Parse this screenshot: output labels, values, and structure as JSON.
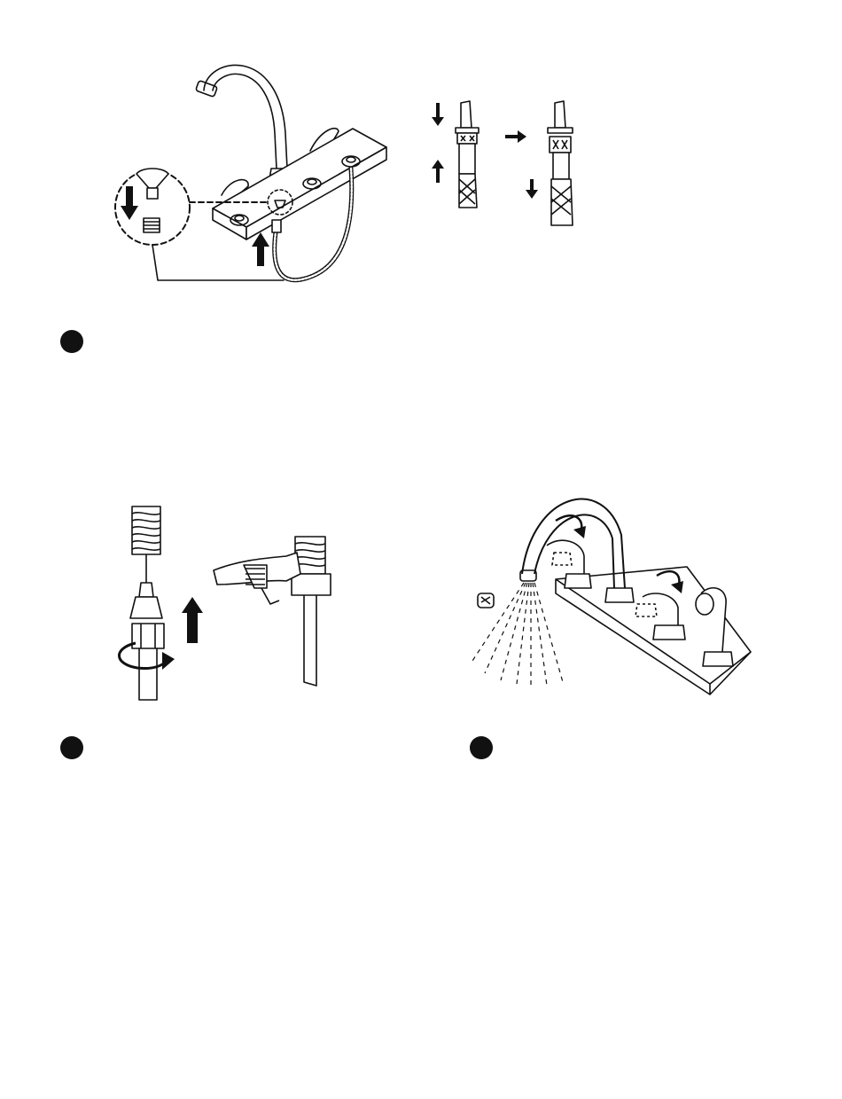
{
  "page": {
    "background": "#ffffff",
    "ink": "#111111"
  },
  "steps": [
    {
      "id": "step-1",
      "illustration": "faucet-sprayer-hose-connection-icon"
    },
    {
      "id": "step-2",
      "illustration": "wrench-supply-line-connection-icon"
    },
    {
      "id": "step-3",
      "illustration": "flush-faucet-water-spray-icon"
    }
  ]
}
